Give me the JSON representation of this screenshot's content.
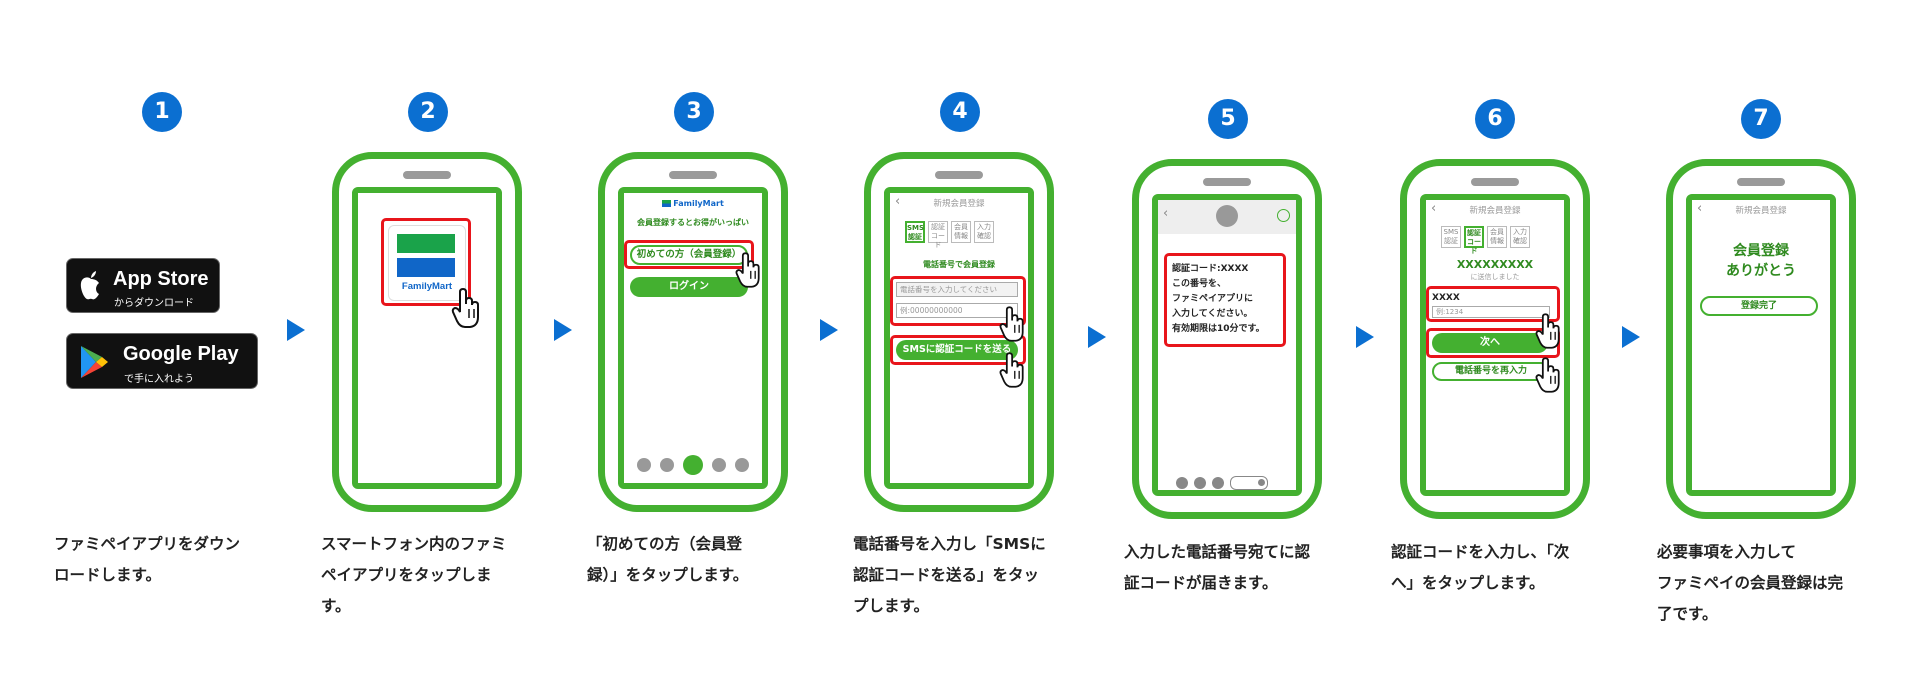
{
  "steps": [
    {
      "num": "1",
      "caption": [
        "ファミペイアプリをダウン",
        "ロードします。"
      ]
    },
    {
      "num": "2",
      "caption": [
        "スマートフォン内のファミ",
        "ペイアプリをタップしま",
        "す。"
      ]
    },
    {
      "num": "3",
      "caption": [
        "「初めての方（会員登",
        "録）」をタップします。"
      ]
    },
    {
      "num": "4",
      "caption": [
        "電話番号を入力し「SMSに",
        "認証コードを送る」をタッ",
        "プします。"
      ]
    },
    {
      "num": "5",
      "caption": [
        "入力した電話番号宛てに認",
        "証コードが届きます。"
      ]
    },
    {
      "num": "6",
      "caption": [
        "認証コードを入力し、「次",
        "へ」をタップします。"
      ]
    },
    {
      "num": "7",
      "caption": [
        "必要事項を入力して",
        "ファミペイの会員登録は完",
        "了です。"
      ]
    }
  ],
  "app_store": {
    "small": "からダウンロード",
    "big": "App Store"
  },
  "google_play": {
    "big": "Google Play",
    "small": "で手に入れよう"
  },
  "screen2": {
    "logo_text": "FamilyMart"
  },
  "screen3": {
    "brand": "FamilyMart",
    "promo": "会員登録するとお得がいっぱい",
    "first_time_button": "初めての方（会員登録）",
    "login_button": "ログイン"
  },
  "screen4": {
    "title": "新規会員登録",
    "tabs": [
      "SMS\n認証",
      "認証\nコード",
      "会員\n情報",
      "入力\n確認"
    ],
    "subtitle": "電話番号で会員登録",
    "phone_placeholder": "電話番号を入力してください",
    "phone_example": "例:00000000000",
    "send_button": "SMSに認証コードを送る"
  },
  "screen5": {
    "sms_lines": [
      "認証コード:XXXX",
      "この番号を、",
      "ファミペイアプリに",
      "入力してください。",
      "有効期限は10分です。"
    ]
  },
  "screen6": {
    "title": "新規会員登録",
    "tabs": [
      "SMS\n認証",
      "認証\nコード",
      "会員\n情報",
      "入力\n確認"
    ],
    "masked_number": "XXXXXXXXX",
    "sent_note": "に送信しました",
    "code_value": "XXXX",
    "code_example": "例:1234",
    "next_button": "次へ",
    "resend_button": "電話番号を再入力"
  },
  "screen7": {
    "title": "新規会員登録",
    "thanks_line1": "会員登録",
    "thanks_line2": "ありがとう",
    "done_button": "登録完了"
  },
  "colors": {
    "blue": "#0b6fd1",
    "green": "#44b030",
    "red": "#e8151b"
  }
}
